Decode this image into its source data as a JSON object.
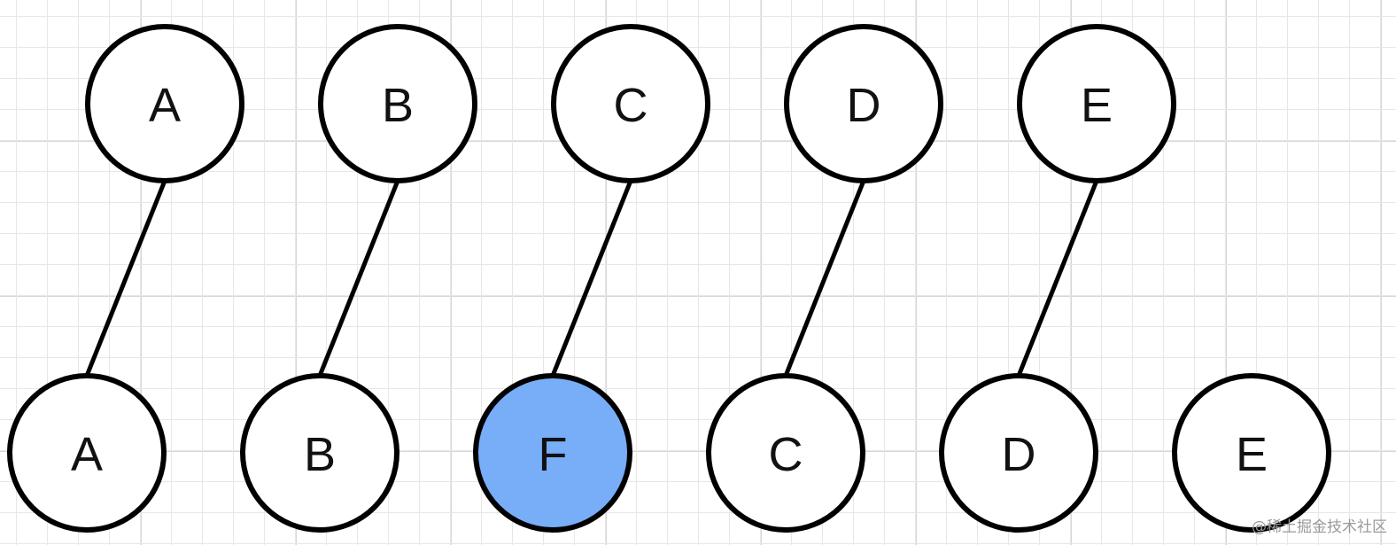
{
  "diagram": {
    "old_nodes": [
      {
        "id": "old-a",
        "label": "A"
      },
      {
        "id": "old-b",
        "label": "B"
      },
      {
        "id": "old-c",
        "label": "C"
      },
      {
        "id": "old-d",
        "label": "D"
      },
      {
        "id": "old-e",
        "label": "E"
      }
    ],
    "new_nodes": [
      {
        "id": "new-a",
        "label": "A",
        "highlight": false
      },
      {
        "id": "new-b",
        "label": "B",
        "highlight": false
      },
      {
        "id": "new-f",
        "label": "F",
        "highlight": true
      },
      {
        "id": "new-c",
        "label": "C",
        "highlight": false
      },
      {
        "id": "new-d",
        "label": "D",
        "highlight": false
      },
      {
        "id": "new-e",
        "label": "E",
        "highlight": false
      }
    ],
    "edges": [
      {
        "from": "old-a",
        "to": "new-a"
      },
      {
        "from": "old-b",
        "to": "new-b"
      },
      {
        "from": "old-c",
        "to": "new-f"
      },
      {
        "from": "old-d",
        "to": "new-c"
      },
      {
        "from": "old-e",
        "to": "new-d"
      }
    ],
    "colors": {
      "node_fill": "#ffffff",
      "highlight_fill": "#77aef7",
      "stroke": "#000000"
    }
  },
  "watermark": "@稀土掘金技术社区"
}
